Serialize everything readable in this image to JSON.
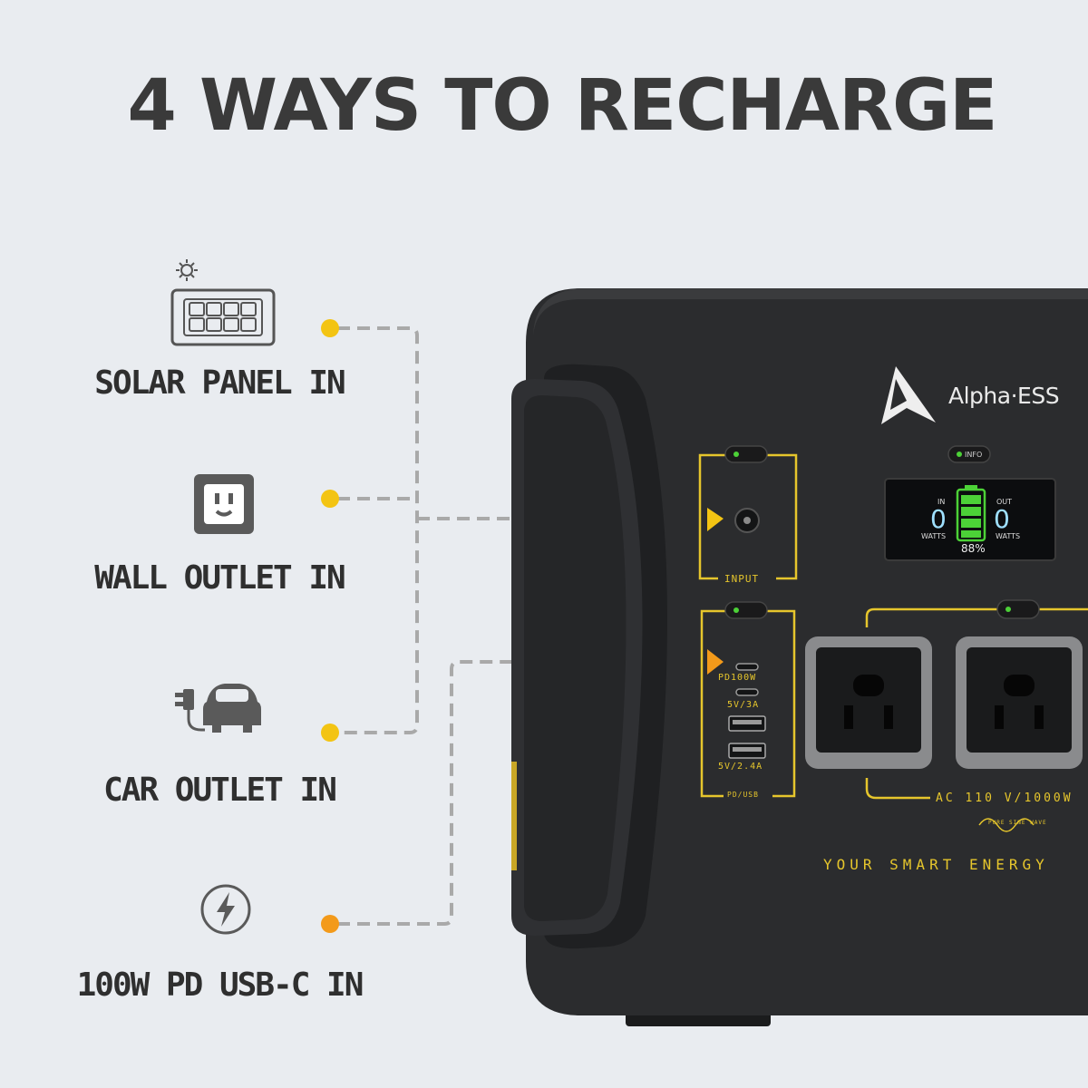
{
  "heading": "4 WAYS TO RECHARGE",
  "methods": [
    {
      "label": "SOLAR PANEL IN",
      "icon": "solar-panel-icon"
    },
    {
      "label": "WALL OUTLET IN",
      "icon": "wall-outlet-icon"
    },
    {
      "label": "CAR OUTLET IN",
      "icon": "car-plug-icon"
    },
    {
      "label": "100W PD USB-C IN",
      "icon": "lightning-bolt-icon"
    }
  ],
  "device": {
    "brand": "Alpha·ESS",
    "info_label": "INFO",
    "screen": {
      "in_label": "IN",
      "out_label": "OUT",
      "in_value": "0",
      "out_value": "0",
      "in_unit": "WATTS",
      "out_unit": "WATTS",
      "battery_percent_text": "88%",
      "battery_level": 0.88
    },
    "input_label": "INPUT",
    "pd_label": "PD100W",
    "usb_c_label": "5V/3A",
    "usb_a_label": "5V/2.4A",
    "pd_usb_label": "PD/USB",
    "ac_label": "AC 110 V/1000W",
    "sine_label": "PURE SINE WAVE",
    "slogan": "YOUR SMART ENERGY"
  },
  "colors": {
    "background": "#e9ecf0",
    "accent_yellow": "#f3c413",
    "accent_orange": "#f39a1a",
    "device_body": "#2b2c2e",
    "trim_yellow": "#e6c62c",
    "battery_green": "#4cd137"
  }
}
